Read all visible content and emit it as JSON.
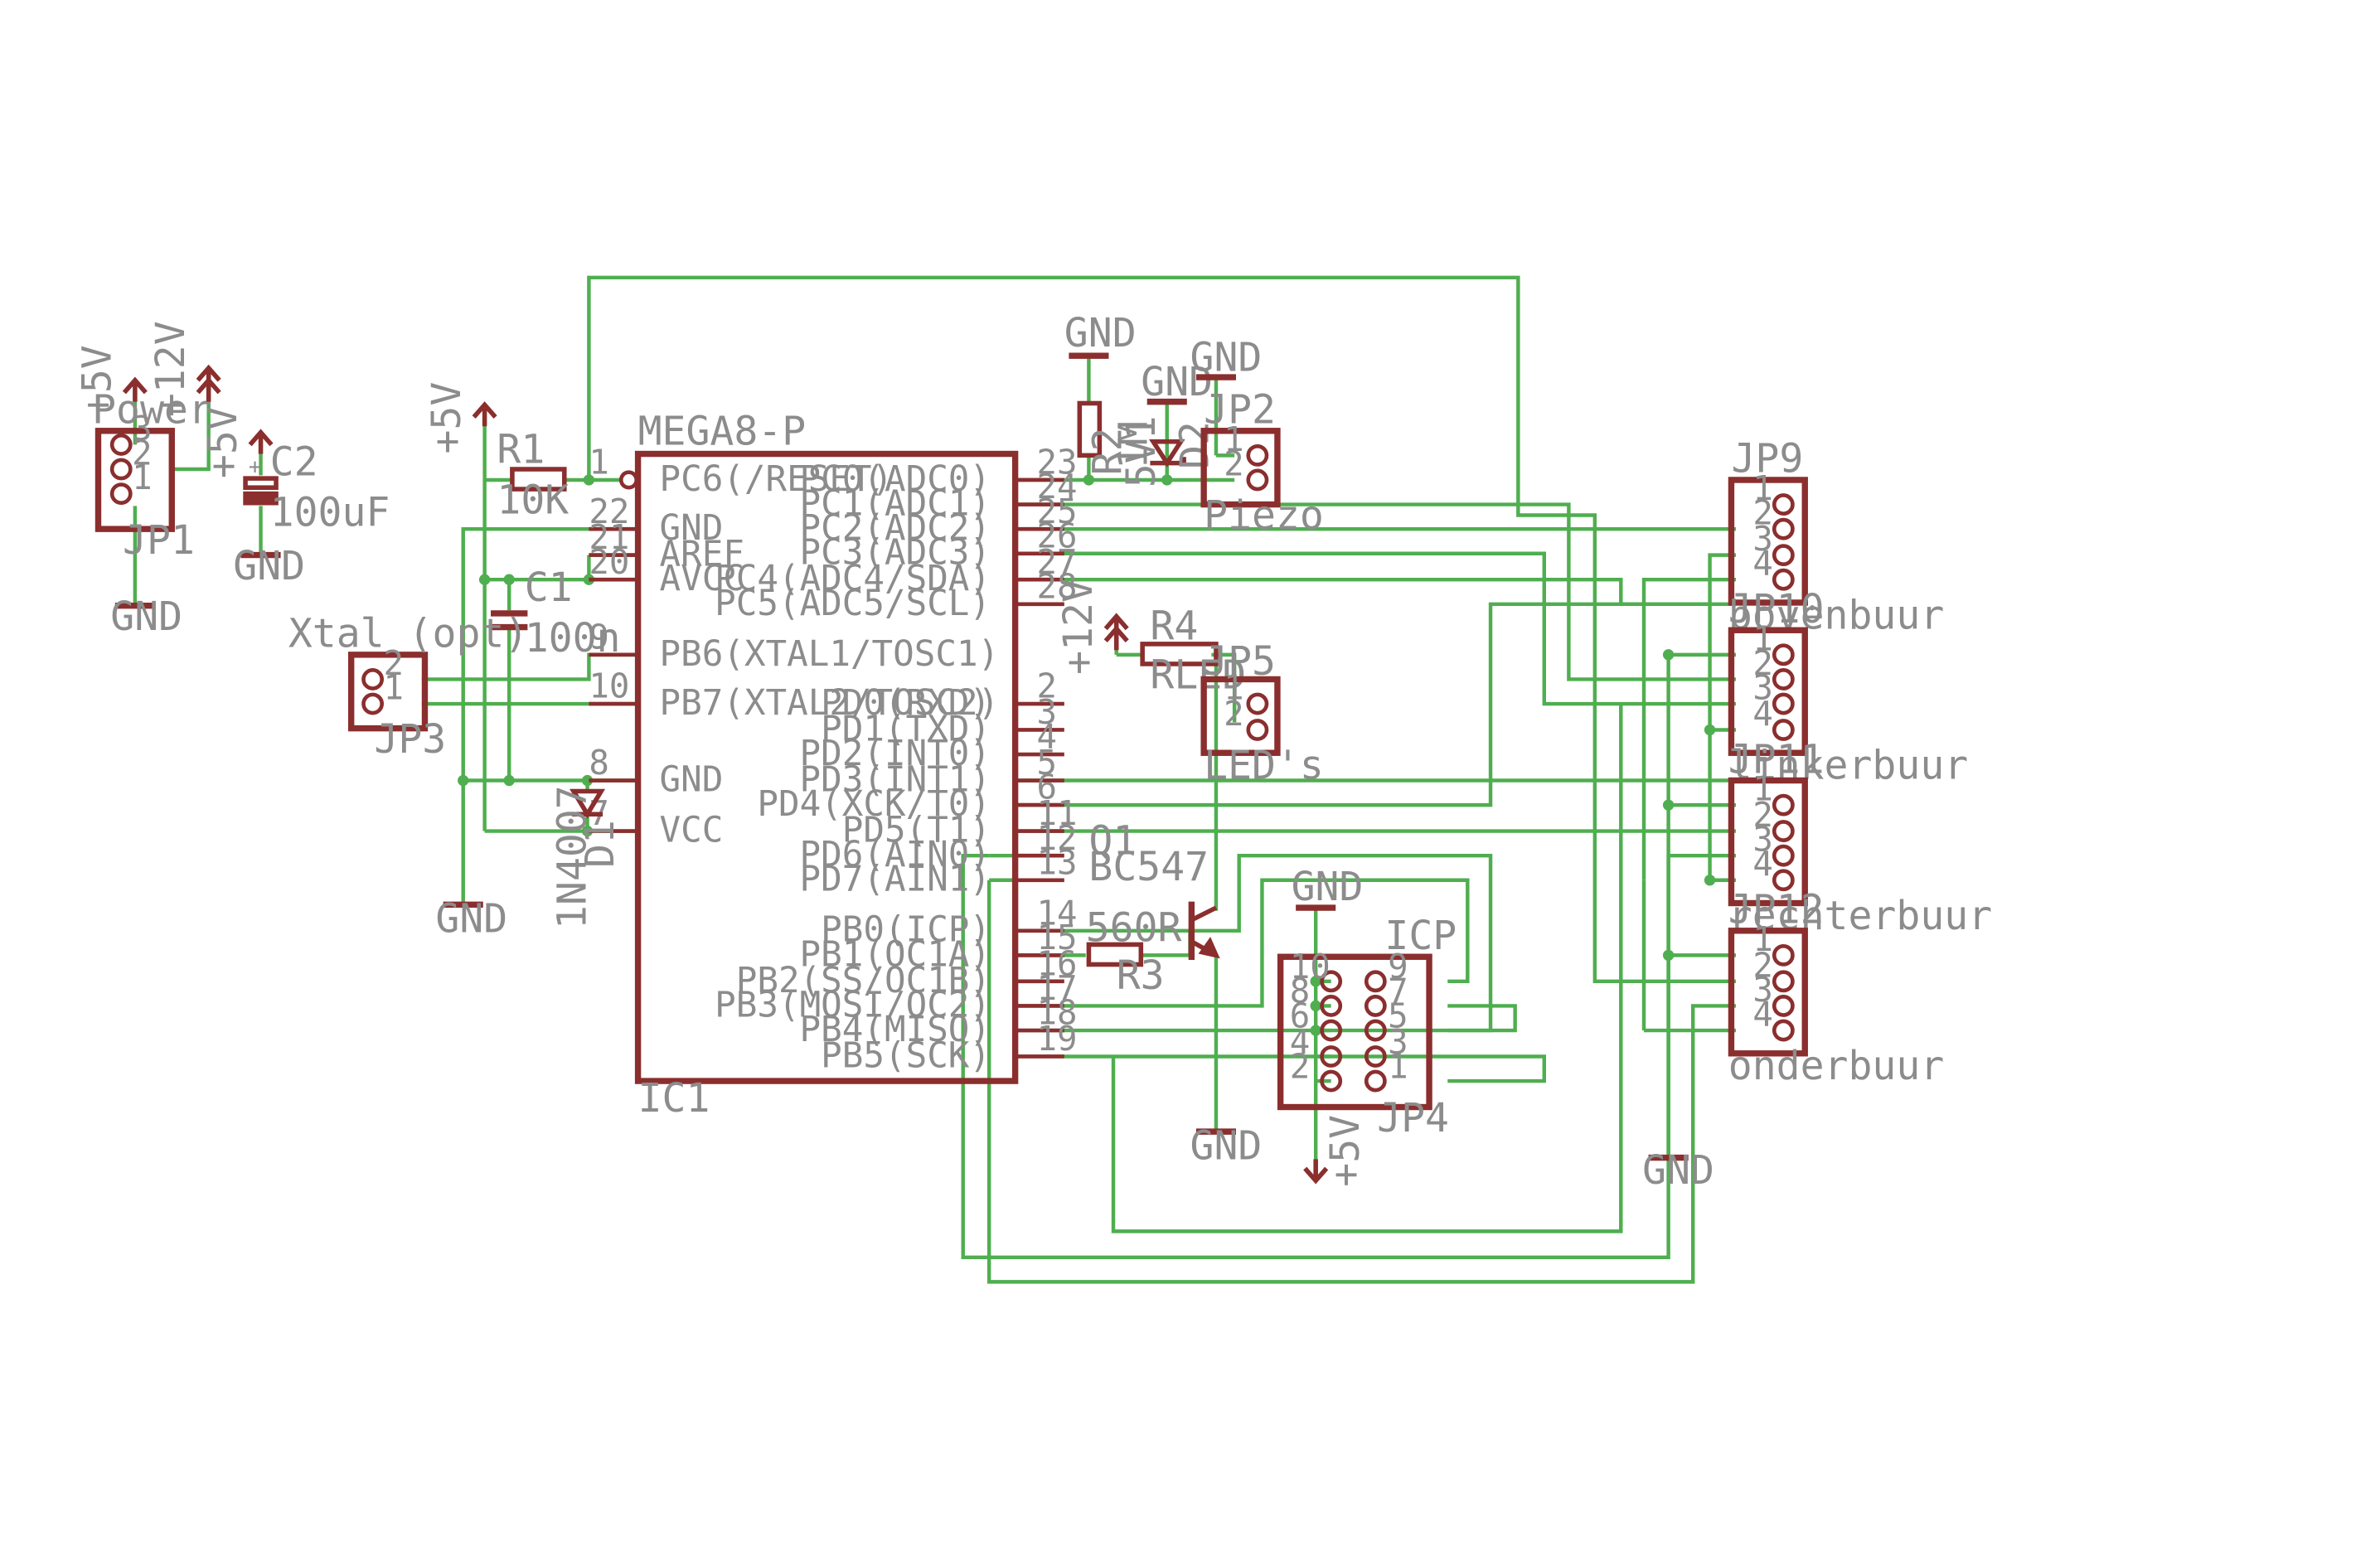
{
  "colors": {
    "background": "#ffffff",
    "part_outline": "#8b2e2e",
    "wire": "#4fae4f",
    "text": "#8c8c8c"
  },
  "ic1": {
    "ref": "IC1",
    "value": "MEGA8-P",
    "left_pins": [
      {
        "num": "1",
        "name": "PC6(/RESET)"
      },
      {
        "num": "22",
        "name": "GND"
      },
      {
        "num": "21",
        "name": "AREF"
      },
      {
        "num": "20",
        "name": "AVCC"
      },
      {
        "num": "9",
        "name": "PB6(XTAL1/TOSC1)"
      },
      {
        "num": "10",
        "name": "PB7(XTAL2/TOSC2)"
      },
      {
        "num": "8",
        "name": "GND"
      },
      {
        "num": "7",
        "name": "VCC"
      }
    ],
    "right_pins": [
      {
        "num": "23",
        "name": "PC0(ADC0)"
      },
      {
        "num": "24",
        "name": "PC1(ADC1)"
      },
      {
        "num": "25",
        "name": "PC2(ADC2)"
      },
      {
        "num": "26",
        "name": "PC3(ADC3)"
      },
      {
        "num": "27",
        "name": "PC4(ADC4/SDA)"
      },
      {
        "num": "28",
        "name": "PC5(ADC5/SCL)"
      },
      {
        "num": "2",
        "name": "PD0(RXD)"
      },
      {
        "num": "3",
        "name": "PD1(TXD)"
      },
      {
        "num": "4",
        "name": "PD2(INT0)"
      },
      {
        "num": "5",
        "name": "PD3(INT1)"
      },
      {
        "num": "6",
        "name": "PD4(XCK/T0)"
      },
      {
        "num": "11",
        "name": "PD5(T1)"
      },
      {
        "num": "12",
        "name": "PD6(AIN0)"
      },
      {
        "num": "13",
        "name": "PD7(AIN1)"
      },
      {
        "num": "14",
        "name": "PB0(ICP)"
      },
      {
        "num": "15",
        "name": "PB1(OC1A)"
      },
      {
        "num": "16",
        "name": "PB2(SS/OC1B)"
      },
      {
        "num": "17",
        "name": "PB3(MOSI/OC2)"
      },
      {
        "num": "18",
        "name": "PB4(MISO)"
      },
      {
        "num": "19",
        "name": "PB5(SCK)"
      }
    ]
  },
  "components": {
    "r1": {
      "ref": "R1",
      "value": "10K"
    },
    "r2": {
      "ref": "R2",
      "value": "1M"
    },
    "r3": {
      "ref": "R3",
      "value": "560R"
    },
    "r4": {
      "ref": "R4",
      "value": "RLED"
    },
    "c1": {
      "ref": "C1",
      "value": "100n"
    },
    "c2": {
      "ref": "C2",
      "value": "100uF"
    },
    "d1": {
      "ref": "D1",
      "value": "1N4007"
    },
    "d2": {
      "ref": "D2",
      "value": "5V1"
    },
    "q1": {
      "ref": "Q1",
      "value": "BC547"
    }
  },
  "connectors": {
    "jp1": {
      "ref": "JP1",
      "name": "Power",
      "pins": [
        "3",
        "2",
        "1"
      ]
    },
    "jp2": {
      "ref": "JP2",
      "name": "Piezo",
      "pins": [
        "1",
        "2"
      ]
    },
    "jp3": {
      "ref": "JP3",
      "name": "Xtal (opt)",
      "pins": [
        "2",
        "1"
      ]
    },
    "jp4": {
      "ref": "JP4",
      "name": "ICP",
      "left_pins": [
        "10",
        "8",
        "6",
        "4",
        "2"
      ],
      "right_pins": [
        "9",
        "7",
        "5",
        "3",
        "1"
      ]
    },
    "jp5": {
      "ref": "JP5",
      "name": "LED's",
      "pins": [
        "1",
        "2"
      ]
    },
    "jp9": {
      "ref": "JP9",
      "name": "bovenbuur",
      "pins": [
        "1",
        "2",
        "3",
        "4"
      ]
    },
    "jp10": {
      "ref": "JP10",
      "name": "linkerbuur",
      "pins": [
        "1",
        "2",
        "3",
        "4"
      ]
    },
    "jp11": {
      "ref": "JP11",
      "name": "rechterbuur",
      "pins": [
        "1",
        "2",
        "3",
        "4"
      ]
    },
    "jp12": {
      "ref": "JP12",
      "name": "onderbuur",
      "pins": [
        "1",
        "2",
        "3",
        "4"
      ]
    }
  },
  "supplies": {
    "gnd": "GND",
    "p5v": "+5V",
    "p12v": "+12V"
  }
}
